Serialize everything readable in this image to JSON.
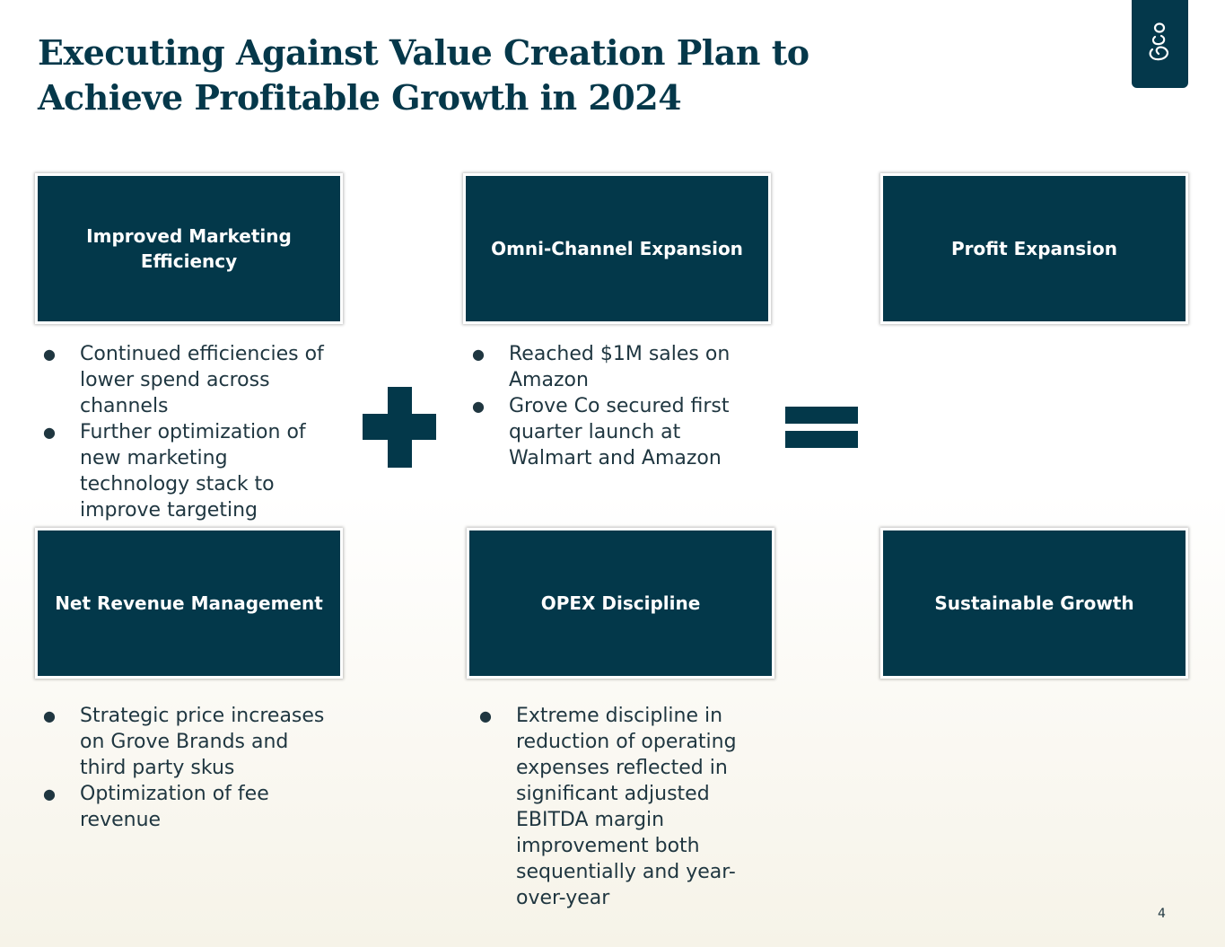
{
  "title": "Executing Against Value Creation Plan to Achieve Profitable Growth in 2024",
  "boxes": {
    "marketing": "Improved Marketing Efficiency",
    "omni": "Omni-Channel Expansion",
    "profit": "Profit Expansion",
    "nrm": "Net Revenue Management",
    "opex": "OPEX Discipline",
    "sustainable": "Sustainable Growth"
  },
  "bullets": {
    "marketing": [
      "Continued efficiencies of lower spend across channels",
      "Further optimization of new marketing technology stack to improve targeting"
    ],
    "omni": [
      "Reached $1M sales on Amazon",
      "Grove Co secured first quarter launch at Walmart and Amazon"
    ],
    "nrm": [
      "Strategic price increases on Grove Brands and third party skus",
      "Optimization of fee revenue"
    ],
    "opex": [
      "Extreme discipline in reduction of operating expenses reflected in significant adjusted EBITDA margin improvement both sequentially and year-over-year"
    ]
  },
  "bullet_glyph": "●",
  "page_number": "4",
  "colors": {
    "primary": "#03384a",
    "background_bottom": "#f6f3e8"
  },
  "icons": {
    "logo": "grove-logo-icon",
    "plus": "plus-icon",
    "equals": "equals-icon"
  }
}
